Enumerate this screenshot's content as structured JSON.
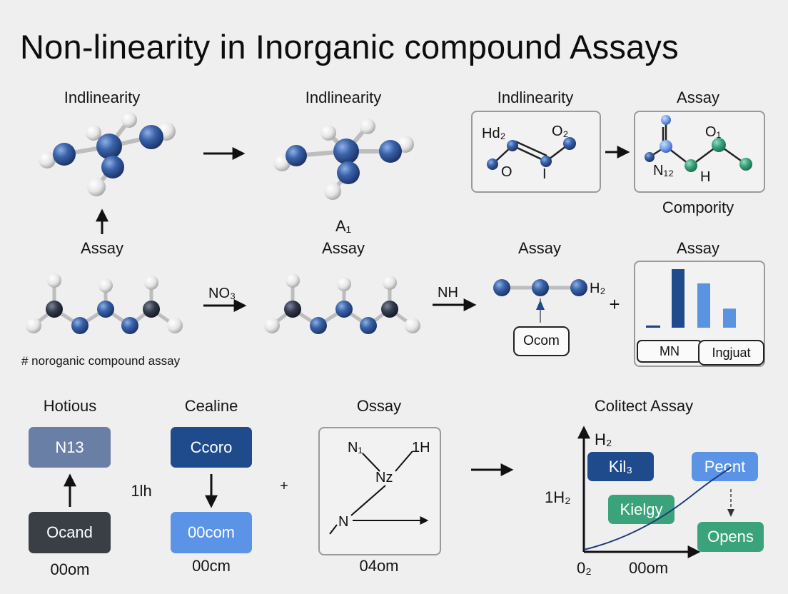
{
  "title": "Non-linearity in Inorganic compound Assays",
  "row1": {
    "label1": "Indlinearity",
    "label2": "Indlinearity",
    "label3": "Indlinearity",
    "label4": "Assay",
    "below2": "A₁",
    "box1": {
      "hd": "Hd₂",
      "o2": "O₂",
      "o": "O",
      "bar": "I"
    },
    "box2": {
      "o1": "O₁",
      "n": "N₁₂",
      "h": "H"
    },
    "caption4": "Compority"
  },
  "row2": {
    "label1": "Assay",
    "label2": "Assay",
    "label3": "Assay",
    "label4": "Assay",
    "arrow1": "NO₃",
    "arrow2": "NH",
    "h2": "H₂",
    "plus": "+",
    "ocom": "Ocom",
    "footnote": "# noroganic compound assay",
    "bar_buttons": [
      "MN",
      "Ingjuat"
    ]
  },
  "row3": {
    "label1": "Hotious",
    "label2": "Cealine",
    "label3": "Ossay",
    "label4": "Colitect Assay",
    "btn_n13": "N13",
    "btn_ocand": "Ocand",
    "btn_ccoro": "Ccoro",
    "btn_00com": "00com",
    "mid_text": "1lh",
    "plus": "+",
    "under1": "00om",
    "under2": "00cm",
    "under3": "04om",
    "box": {
      "n1": "N₁",
      "h1": "1H",
      "nz": "Nz",
      "n": "N"
    },
    "graph": {
      "h2": "H₂",
      "h2_left": "1H₂",
      "kil3": "Kil₃",
      "peont": "Peont",
      "kielgy": "Kielgy",
      "opens": "Opens",
      "x_origin": "0₂",
      "x_label": "00om"
    }
  },
  "chart_data": {
    "type": "bar",
    "categories": [
      "",
      "",
      "",
      ""
    ],
    "values": [
      0.5,
      13.2,
      10.0,
      4.3
    ],
    "colors": [
      "#22447e",
      "#1f4a8c",
      "#5a93e0",
      "#5a93e0"
    ]
  },
  "colors": {
    "atom_blue": "#2f5596",
    "atom_dark": "#2c3346",
    "atom_white": "#f4f4f4",
    "atom_green": "#3aa37c",
    "pill_slate": "#6a7fa6",
    "pill_dark": "#3a3f46",
    "pill_navy": "#1f4a8c",
    "pill_light": "#5b94e6",
    "pill_green": "#3aa37c"
  }
}
